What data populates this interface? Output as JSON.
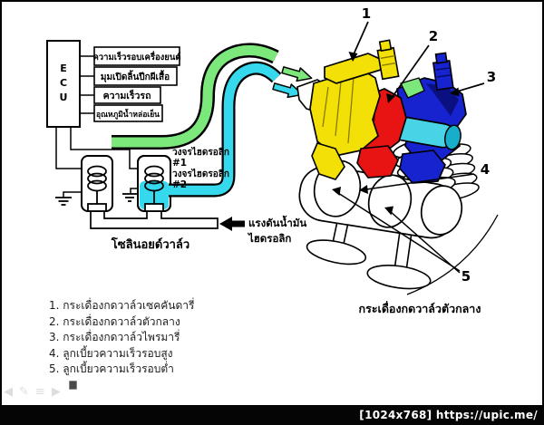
{
  "ecu": {
    "letters": [
      "E",
      "C",
      "U"
    ]
  },
  "sensor_inputs": [
    "ความเร็วรอบเครื่องยนต์",
    "มุมเปิดลิ้นปีกผีเสื้อ",
    "ความเร็วรถ",
    "อุณหภูมิน้ำหล่อเย็น"
  ],
  "hydraulic": {
    "circuit_label_1": "วงจรไฮดรอลิก",
    "circuit_num_1": "#1",
    "circuit_label_2": "วงจรไฮดรอลิก",
    "circuit_num_2": "#2",
    "pressure_line1": "แรงดันน้ำมัน",
    "pressure_line2": "ไฮดรอลิก",
    "solenoid_caption": "โซลินอยด์วาล์ว"
  },
  "mechanism": {
    "caption": "กระเดื่องกดวาล์วตัวกลาง",
    "callouts": [
      "1",
      "2",
      "3",
      "4",
      "5"
    ]
  },
  "legend": {
    "items": [
      "1. กระเดื่องกดวาล์วเซคคันดารี่",
      "2. กระเดื่องกดวาล์วตัวกลาง",
      "3. กระเดื่องกดวาล์วไพรมารี่",
      "4. ลูกเบี้ยวความเร็วรอบสูง",
      "5. ลูกเบี้ยวความเร็วรอบต่ำ"
    ]
  },
  "statusbar": {
    "text": "[1024x768] https://upic.me/"
  },
  "watermark": {
    "back": "◀",
    "edit": "✎",
    "menu": "≡",
    "forward": "▶"
  },
  "colors": {
    "pipe_green": "#7ce87c",
    "pipe_cyan": "#35d8ec",
    "part_yellow": "#f2e006",
    "part_red": "#e81313",
    "part_blue": "#1623cf",
    "shaft_cyan": "#48d4e6",
    "bar_black": "#050505"
  }
}
